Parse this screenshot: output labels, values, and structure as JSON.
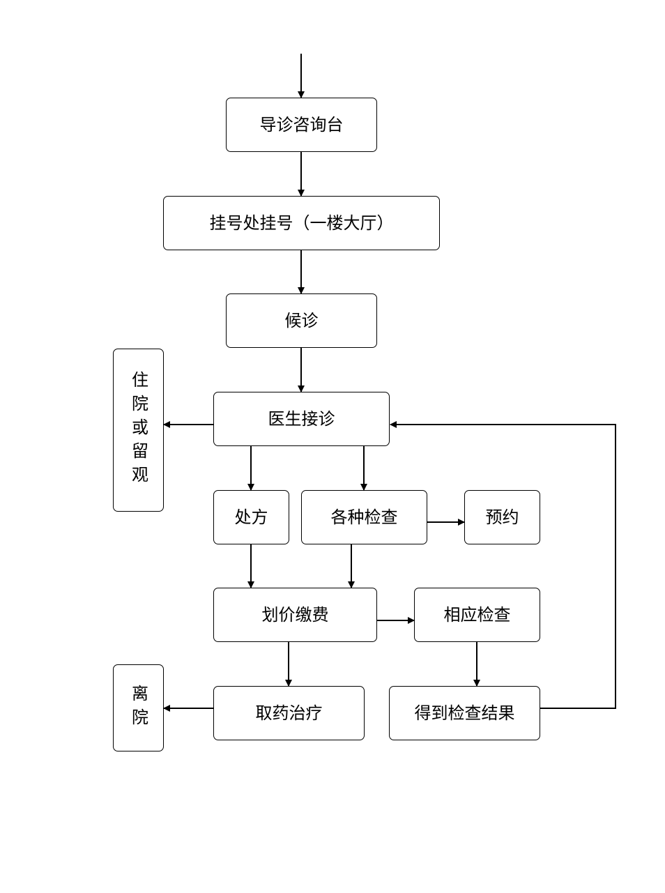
{
  "nodes": {
    "guide_desk": "导诊咨询台",
    "registration": "挂号处挂号（一楼大厅）",
    "waiting": "候诊",
    "doctor": "医生接诊",
    "hospitalize": "住院或留观",
    "prescription": "处方",
    "examinations": "各种检查",
    "appointment": "预约",
    "payment": "划价缴费",
    "corresponding_exam": "相应检查",
    "medicine_treatment": "取药治疗",
    "exam_results": "得到检查结果",
    "discharge": "离院"
  },
  "colors": {
    "stroke": "#000000",
    "background": "#ffffff"
  }
}
